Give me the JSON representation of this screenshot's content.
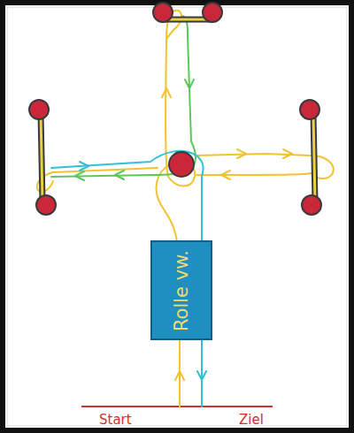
{
  "diagram": {
    "nodes": [
      {
        "text": [
          "Rolle vw."
        ]
      }
    ],
    "labels": [
      "Start",
      "Ziel"
    ]
  }
}
